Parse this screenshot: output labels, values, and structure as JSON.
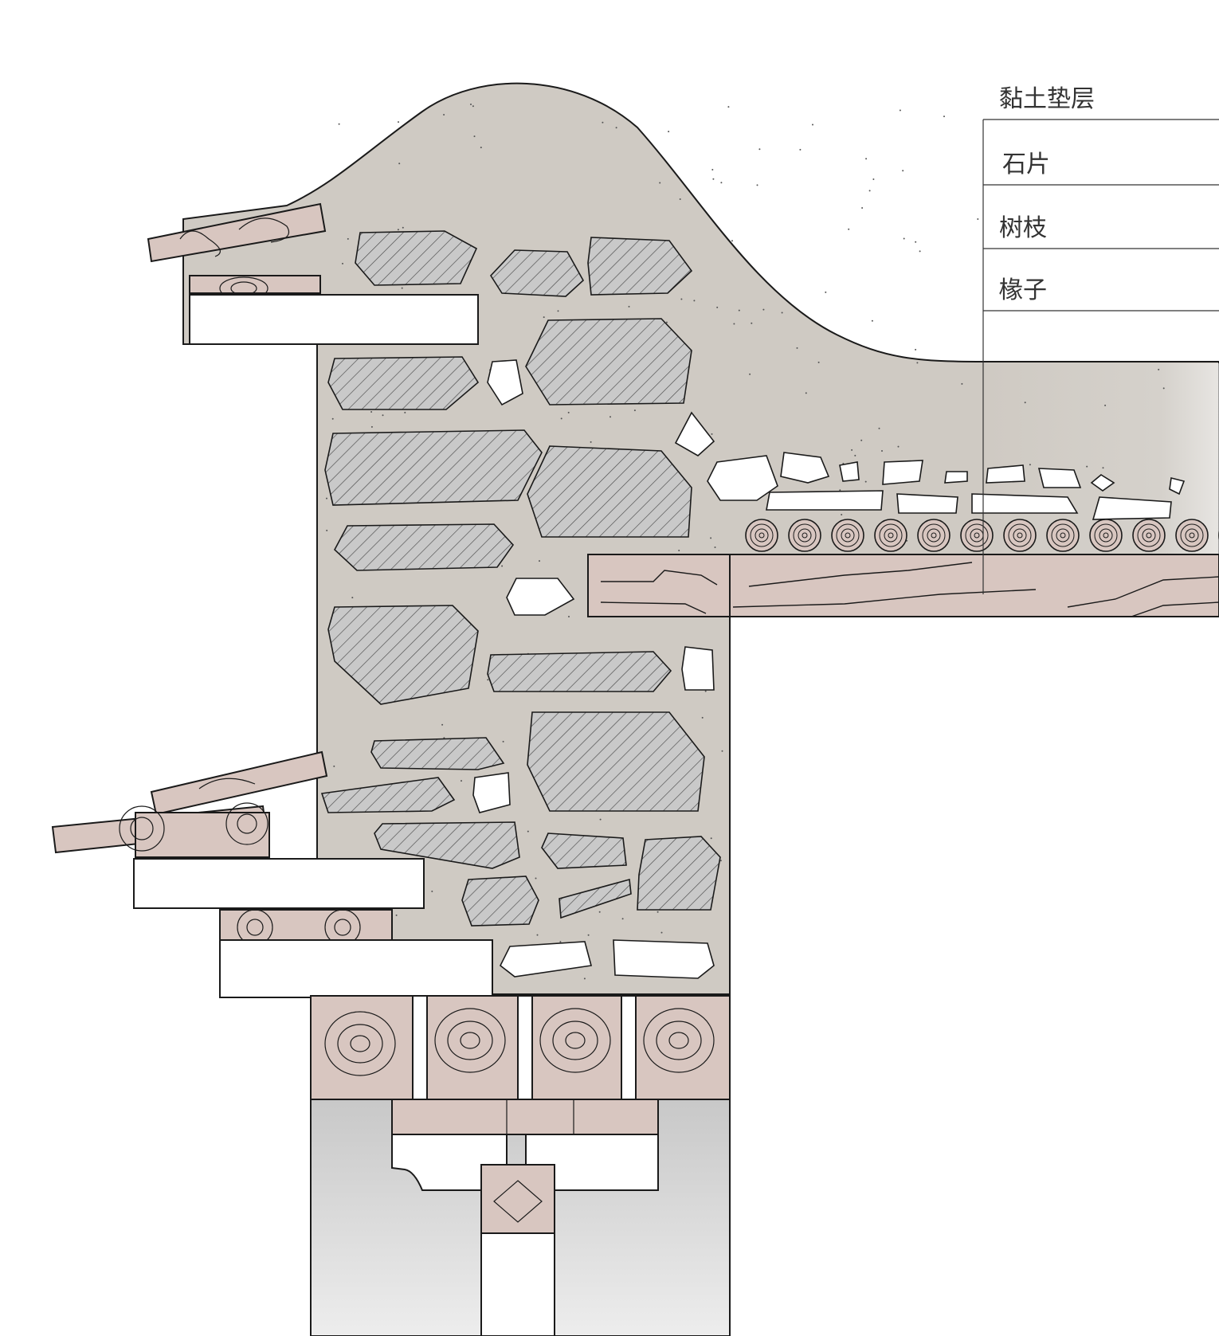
{
  "labels": {
    "clay_layer": "黏土垫层",
    "stone_slab": "石片",
    "branches": "树枝",
    "rafters": "椽子"
  },
  "colors": {
    "clay": "#cfcac3",
    "wood": "#d8c6c0",
    "stone_fill": "#c9c9c9",
    "base_stone": "#d3d3d3",
    "line": "#1a1a1a",
    "text": "#333333"
  }
}
